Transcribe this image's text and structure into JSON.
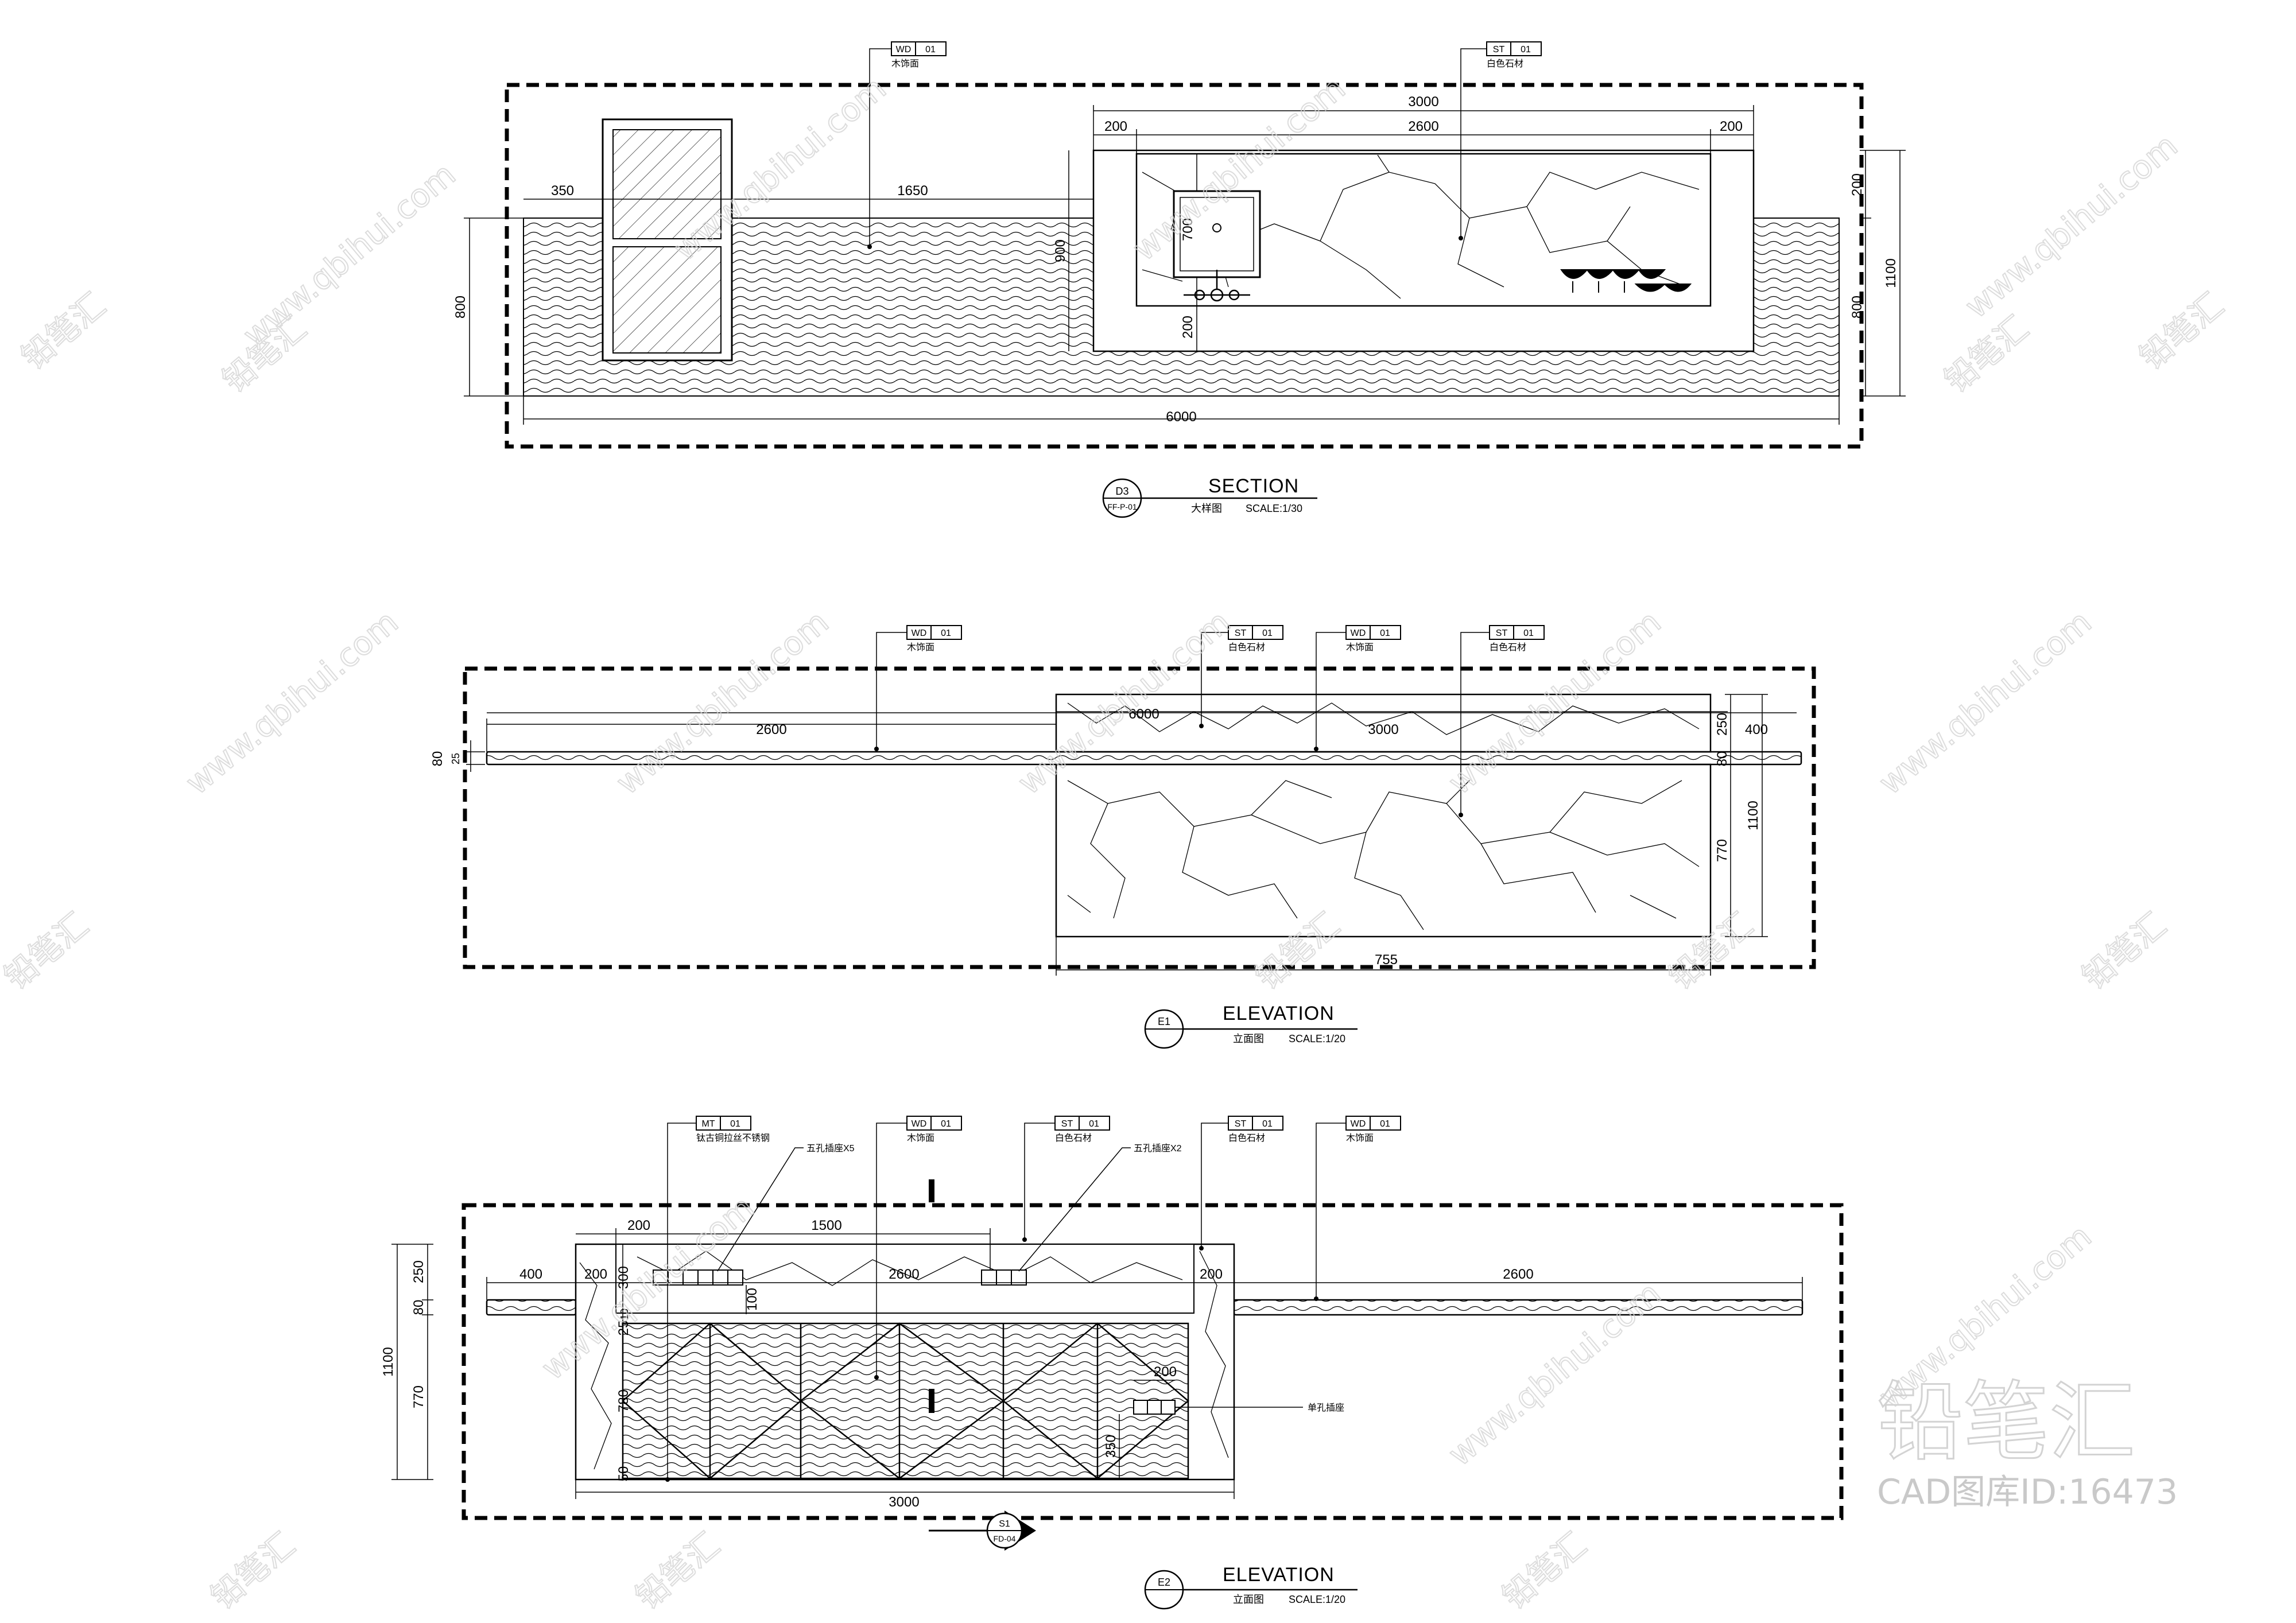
{
  "colors": {
    "ink": "#000000",
    "watermark": "#c8c8c8",
    "paper": "#ffffff"
  },
  "section": {
    "title": "SECTION",
    "subtitle": "大样图",
    "scale": "SCALE:1/30",
    "mark_top": "D3",
    "mark_bottom": "FF-P-01",
    "dims": {
      "d3000": "3000",
      "d200a": "200",
      "d2600": "2600",
      "d200b": "200",
      "d350": "350",
      "d1650": "1650",
      "d700": "700",
      "d900": "900",
      "d200c": "200",
      "d800": "800",
      "d200r": "200",
      "d1100": "1100",
      "d800r": "800",
      "d6000": "6000"
    },
    "tags": [
      {
        "code": "WD",
        "num": "01",
        "note": "木饰面"
      },
      {
        "code": "ST",
        "num": "01",
        "note": "白色石材"
      }
    ]
  },
  "elevation1": {
    "title": "ELEVATION",
    "subtitle": "立面图",
    "scale": "SCALE:1/20",
    "mark": "E1",
    "dims": {
      "d2600": "2600",
      "d6000": "6000",
      "d3000": "3000",
      "d250": "250",
      "d400": "400",
      "d80": "80",
      "d1100": "1100",
      "d770": "770",
      "d755": "755",
      "d80l": "80",
      "d25l": "25"
    },
    "tags": [
      {
        "code": "WD",
        "num": "01",
        "note": "木饰面"
      },
      {
        "code": "ST",
        "num": "01",
        "note": "白色石材"
      },
      {
        "code": "WD",
        "num": "01",
        "note": "木饰面"
      },
      {
        "code": "ST",
        "num": "01",
        "note": "白色石材"
      }
    ]
  },
  "elevation2": {
    "title": "ELEVATION",
    "subtitle": "立面图",
    "scale": "SCALE:1/20",
    "mark": "E2",
    "callout_top": "S1",
    "callout_bottom": "FD-04",
    "dims": {
      "d200a": "200",
      "d1500": "1500",
      "d400": "400",
      "d200b": "200",
      "d2600": "2600",
      "d200c": "200",
      "d2600r": "2600",
      "d250": "250",
      "d80": "80",
      "d1100": "1100",
      "d770": "770",
      "d300": "300",
      "d100": "100",
      "d200d": "200",
      "d350": "350",
      "d3000": "3000",
      "d25": "25",
      "d10": "10",
      "d780": "780",
      "d50": "50"
    },
    "tags": [
      {
        "code": "MT",
        "num": "01",
        "note": "钛古铜拉丝不锈钢"
      },
      {
        "code": "WD",
        "num": "01",
        "note": "木饰面"
      },
      {
        "code": "ST",
        "num": "01",
        "note": "白色石材"
      },
      {
        "code": "ST",
        "num": "01",
        "note": "白色石材"
      },
      {
        "code": "WD",
        "num": "01",
        "note": "木饰面"
      }
    ],
    "notes": {
      "socket5": "五孔插座X5",
      "socket2": "五孔插座X2",
      "socket_single": "单孔插座"
    }
  },
  "watermark": {
    "brand": "铅笔汇",
    "url": "www.qbihui.com",
    "id_label": "CAD图库ID:16473"
  }
}
